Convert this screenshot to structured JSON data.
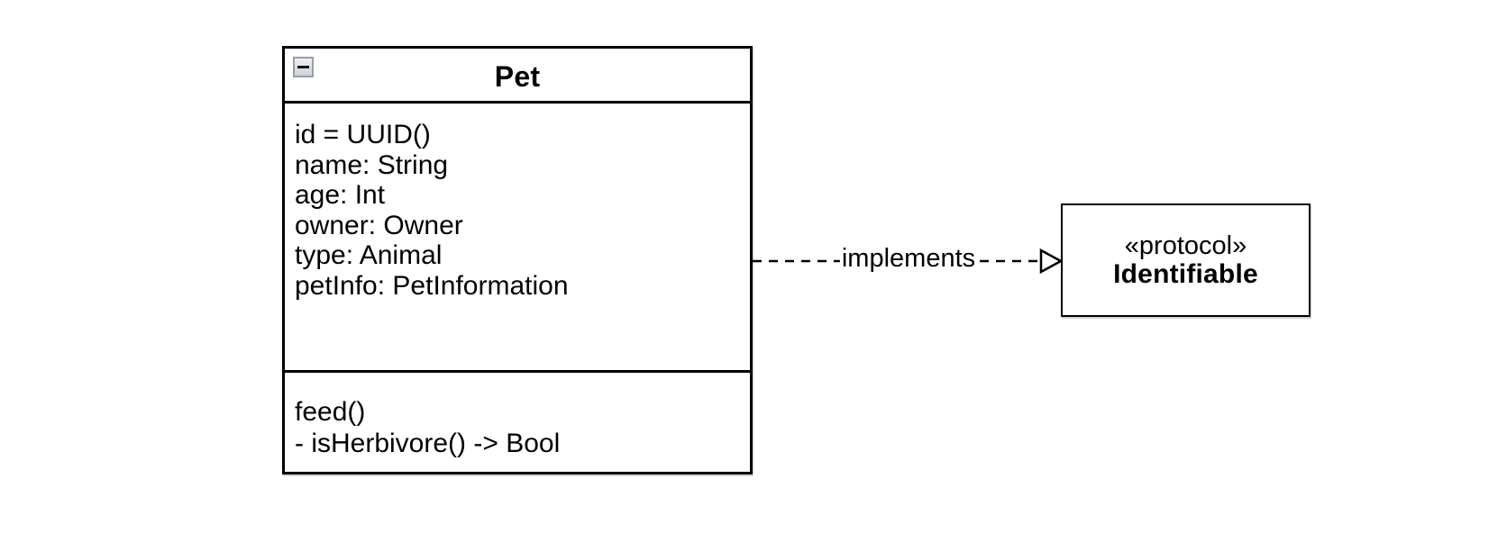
{
  "colors": {
    "stroke": "#000000",
    "canvas_bg": "#ffffff",
    "button_border": "#999da7",
    "button_bg_top": "#eef0f3",
    "button_bg_bottom": "#cfd2d9"
  },
  "pet_class": {
    "title": "Pet",
    "attributes": [
      "id = UUID()",
      "name: String",
      "age: Int",
      "owner: Owner",
      "type: Animal",
      "petInfo: PetInformation"
    ],
    "methods": [
      "feed()",
      "- isHerbivore() -> Bool"
    ]
  },
  "relationship": {
    "label": "implements"
  },
  "protocol": {
    "stereotype": "«protocol»",
    "name": "Identifiable"
  }
}
